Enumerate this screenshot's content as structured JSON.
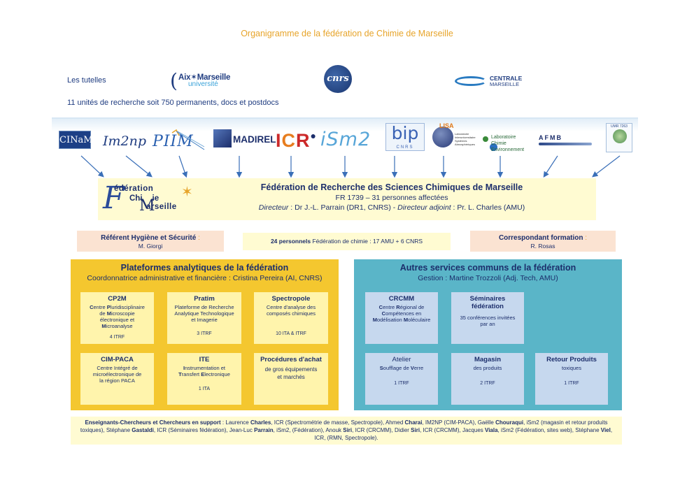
{
  "title": "Organigramme de la fédération de Chimie de Marseille",
  "tutelles": {
    "label": "Les tutelles",
    "amu": {
      "line1": "Aix✶Marseille",
      "line2": "université"
    },
    "cnrs": "cnrs",
    "centrale": {
      "line1": "CENTRALE",
      "line2": "MARSEILLE"
    }
  },
  "units_line": "11 unités de recherche soit 750 permanents, docs et postdocs",
  "lab_logos": {
    "cinam": "CINaM",
    "im2np": "Im2np",
    "piim": "PIIM",
    "madirel": "MADIREL",
    "icr": {
      "i": "I",
      "c": "C",
      "r": "R"
    },
    "ism2": "iSm2",
    "bip": {
      "main": "bip",
      "sub": "CNRS"
    },
    "lisa": {
      "main": "LISA",
      "sub": "Laboratoire Interuniversitaire Systèmes Atmosphériques"
    },
    "lce": "Laboratoire Chimie Environnement",
    "afmb": "AFMB",
    "umr": "UMR 7263"
  },
  "federation": {
    "logo": {
      "big_f": "F",
      "line1": "édération",
      "line2": "Chi",
      "line2b": "ie",
      "big_m": "M",
      "line3": "arseille",
      "star": "✶"
    },
    "name": "Fédération de Recherche des Sciences Chimiques de Marseille",
    "code": "FR 1739 – 31 personnes affectées",
    "director_label": "Directeur",
    "director": " : Dr J.-L. Parrain (DR1, CNRS) - ",
    "deputy_label": "Directeur adjoint",
    "deputy": " : Pr. L. Charles (AMU)"
  },
  "referent": {
    "title": "Référent Hygiène et Sécurité",
    "colon": " :",
    "name": "M. Giorgi"
  },
  "personnel": {
    "count": "24 personnels",
    "text": " Fédération de chimie : 17 AMU + 6 CNRS"
  },
  "correspondant": {
    "title": "Correspondant formation",
    "colon": " :",
    "name": "R. Rosas"
  },
  "plateformes": {
    "title": "Plateformes analytiques de la fédération",
    "subtitle": "Coordonnatrice administrative et financière : Cristina Pereira (AI, CNRS)",
    "boxes": [
      {
        "name": "CP2M",
        "desc1": "Centre Pluridisciplinaire",
        "desc2": "de Microscopie",
        "desc3": "électronique et",
        "desc4": "Microanalyse",
        "count": "4 ITRF"
      },
      {
        "name": "Pratim",
        "desc1": "Plateforme de Recherche",
        "desc2": "Analytique Technologique",
        "desc3": "et Imagerie",
        "desc4": "",
        "count": "3 ITRF"
      },
      {
        "name": "Spectropole",
        "desc1": "Centre d'analyse des",
        "desc2": "composés chimiques",
        "desc3": "",
        "desc4": "",
        "count": "10 ITA & ITRF"
      },
      {
        "name": "CIM-PACA",
        "desc1": "Centre Intégré de",
        "desc2": "microélectronique de",
        "desc3": "la région PACA",
        "desc4": "",
        "count": ""
      },
      {
        "name": "ITE",
        "desc1": "Instrumentation et",
        "desc2": "Transfert Electronique",
        "desc3": "",
        "desc4": "",
        "count": "1 ITA"
      },
      {
        "name": "Procédures d'achat",
        "desc1": "de gros équipements",
        "desc2": "et marchés",
        "desc3": "",
        "desc4": "",
        "count": ""
      }
    ]
  },
  "services": {
    "title": "Autres services communs de la fédération",
    "subtitle": "Gestion : Martine Trozzoli (Adj. Tech, AMU)",
    "boxes": [
      {
        "name": "CRCMM",
        "desc1": "Centre Régional de",
        "desc2": "Compétences en",
        "desc3": "Modélisation Moléculaire",
        "count": ""
      },
      {
        "name": "Séminaires fédération",
        "desc1": "35 conférences invitées",
        "desc2": "par an",
        "desc3": "",
        "count": ""
      },
      {
        "name": "Atelier",
        "desc1": "Soufflage de Verre",
        "desc2": "",
        "desc3": "",
        "count": "1 ITRF"
      },
      {
        "name": "Magasin",
        "desc1": "des produits",
        "desc2": "",
        "desc3": "",
        "count": "2 ITRF"
      },
      {
        "name": "Retour Produits",
        "desc1": "toxiques",
        "desc2": "",
        "desc3": "",
        "count": "1 ITRF"
      }
    ]
  },
  "support": {
    "label": "Enseignants-Chercheurs et Chercheurs en support",
    "people": [
      {
        "first": "Laurence",
        "last": "Charles",
        "info": "ICR (Spectrométrie de masse, Spectropole)"
      },
      {
        "first": "Ahmed",
        "last": "Charai",
        "info": "IM2NP (CIM-PACA)"
      },
      {
        "first": "Gaëlle",
        "last": "Chouraqui",
        "info": "iSm2 (magasin et retour produits toxiques)"
      },
      {
        "first": "Stéphane",
        "last": "Gastaldi",
        "info": "ICR (Séminaires fédération)"
      },
      {
        "first": "Jean-Luc",
        "last": "Parrain",
        "info": "iSm2, (Fédération)"
      },
      {
        "first": "Anouk",
        "last": "Siri",
        "info": "ICR (CRCMM)"
      },
      {
        "first": "Didier",
        "last": "Siri",
        "info": "ICR (CRCMM)"
      },
      {
        "first": "Jacques",
        "last": "Viala",
        "info": "iSm2 (Fédération, sites web)"
      },
      {
        "first": "Stéphane",
        "last": "Viel",
        "info": "ICR, (RMN, Spectropole)."
      }
    ]
  },
  "colors": {
    "accent_orange": "#e7a42a",
    "navy": "#1c2e5c",
    "yellow_panel": "#f4c72f",
    "blue_panel": "#5ab5c8",
    "pink": "#fbe3d2",
    "cream": "#fffbd2"
  }
}
